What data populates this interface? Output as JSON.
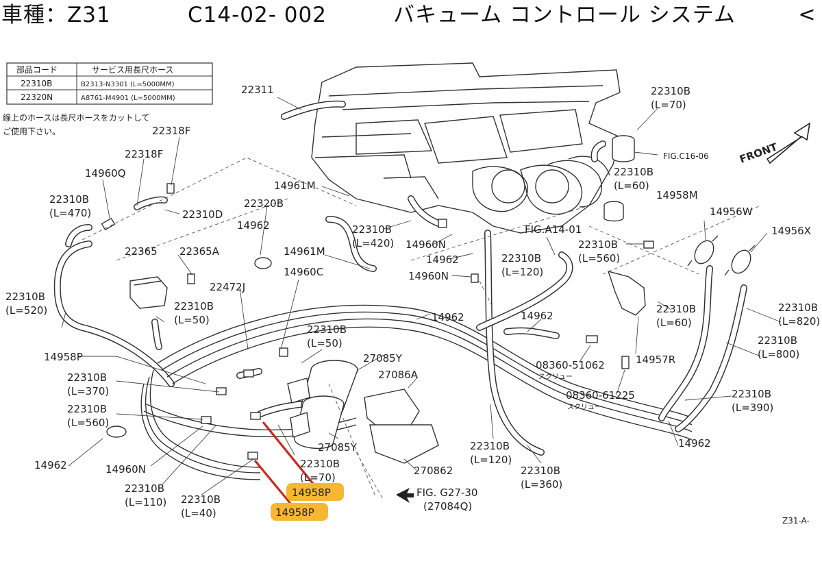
{
  "header": {
    "model": "車種：Z31",
    "code": "C14-02- 002",
    "title": "バキューム コントロール システム",
    "back_symbol": "<"
  },
  "table": {
    "headers": [
      "部品コード",
      "サービス用長尺ホース"
    ],
    "rows": [
      [
        "22310B",
        "B2313-N3301 (L=5000MM)"
      ],
      [
        "22320N",
        "A8761-M4901 (L=5000MM)"
      ]
    ]
  },
  "note": {
    "line1": "線上のホースは長尺ホースをカットして",
    "line2": "ご使用下さい。"
  },
  "front_label": "FRONT",
  "footer_code": "Z31-A-",
  "highlight_color": "#f7b733",
  "labels": {
    "l22311": "22311",
    "l22310B_L70_top": "22310B",
    "l22310B_L70_top_len": "(L=70)",
    "l_fig_c16": "FIG.C16-06",
    "l22318F_a": "22318F",
    "l22318F_b": "22318F",
    "l14960Q": "14960Q",
    "l22310B_L470": "22310B",
    "l22310B_L470_len": "(L=470)",
    "l22310D": "22310D",
    "l14961M_a": "14961M",
    "l22320B": "22320B",
    "l14962_a": "14962",
    "l22310B_L420": "22310B",
    "l22310B_L420_len": "(L=420)",
    "l14960N_a": "14960N",
    "l_fig_a14": "FIG.A14-01",
    "l22310B_L60_top": "22310B",
    "l22310B_L60_top_len": "(L=60)",
    "l14958M": "14958M",
    "l14956W": "14956W",
    "l14956X": "14956X",
    "l22365": "22365",
    "l22365A": "22365A",
    "l14961M_b": "14961M",
    "l14962_b": "14962",
    "l14960N_b": "14960N",
    "l22310B_L120_a": "22310B",
    "l22310B_L120_a_len": "(L=120)",
    "l22310B_L560_a": "22310B",
    "l22310B_L560_a_len": "(L=560)",
    "l22472J": "22472J",
    "l14960C": "14960C",
    "l22310B_L520": "22310B",
    "l22310B_L520_len": "(L=520)",
    "l22310B_L50_a": "22310B",
    "l22310B_L50_a_len": "(L=50)",
    "l14962_c": "14962",
    "l14962_d": "14962",
    "l22310B_L60_b": "22310B",
    "l22310B_L60_b_len": "(L=60)",
    "l22310B_L820": "22310B",
    "l22310B_L820_len": "(L=820)",
    "l22310B_L50_b": "22310B",
    "l22310B_L50_b_len": "(L=50)",
    "l14958P_a": "14958P",
    "l27085Y_a": "27085Y",
    "l27086A": "27086A",
    "l08360_51062": "08360-51062",
    "l_screw_a": "スクリュー",
    "l14957R": "14957R",
    "l22310B_L800": "22310B",
    "l22310B_L800_len": "(L=800)",
    "l22310B_L370": "22310B",
    "l22310B_L370_len": "(L=370)",
    "l22310B_L560_b": "22310B",
    "l22310B_L560_b_len": "(L=560)",
    "l08360_61225": "08360-61225",
    "l_screw_b": "スクリュー",
    "l22310B_L390": "22310B",
    "l22310B_L390_len": "(L=390)",
    "l14962_e": "14962",
    "l14960N_c": "14960N",
    "l27085Y_b": "27085Y",
    "l22310B_L70_b": "22310B",
    "l22310B_L70_b_len": "(L=70)",
    "l270862": "270862",
    "l22310B_L120_b": "22310B",
    "l22310B_L120_b_len": "(L=120)",
    "l22310B_L360": "22310B",
    "l22310B_L360_len": "(L=360)",
    "l14962_f": "14962",
    "l22310B_L110": "22310B",
    "l22310B_L110_len": "(L=110)",
    "l22310B_L40": "22310B",
    "l22310B_L40_len": "(L=40)",
    "l14958P_hl1": "14958P",
    "l14958P_hl2": "14958P",
    "l_fig_g27": "FIG. G27-30",
    "l27084Q": "(27084Q)"
  }
}
